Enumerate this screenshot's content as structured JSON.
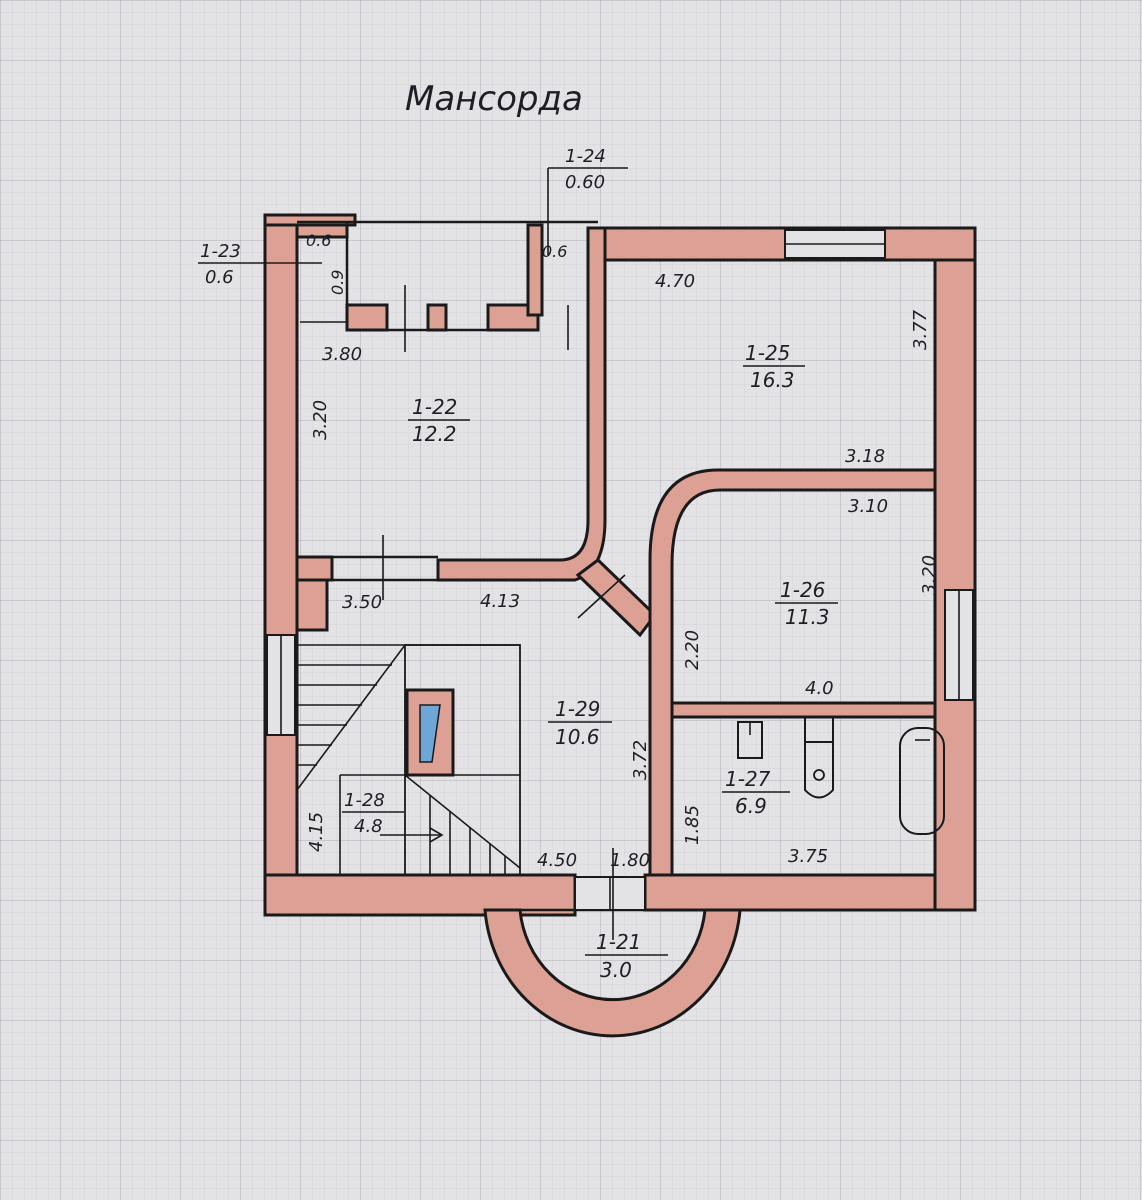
{
  "title": "Мансорда",
  "colors": {
    "wall": "#dca095",
    "ink": "#1a1a1a",
    "paper": "#e3e3e6",
    "window_glass": "#6fa6d8"
  },
  "rooms": {
    "r21": {
      "id": "1-21",
      "area": "3.0"
    },
    "r22": {
      "id": "1-22",
      "area": "12.2"
    },
    "r23": {
      "id": "1-23",
      "area": "0.6"
    },
    "r24": {
      "id": "1-24",
      "area": "0.60"
    },
    "r25": {
      "id": "1-25",
      "area": "16.3"
    },
    "r26": {
      "id": "1-26",
      "area": "11.3"
    },
    "r27": {
      "id": "1-27",
      "area": "6.9"
    },
    "r28": {
      "id": "1-28",
      "area": "4.8"
    },
    "r29": {
      "id": "1-29",
      "area": "10.6"
    }
  },
  "dims": {
    "d_0_6a": "0.6",
    "d_0_9": "0.9",
    "d_0_6b": "0.6",
    "d_3_80": "3.80",
    "d_3_20a": "3.20",
    "d_4_70": "4.70",
    "d_3_77": "3.77",
    "d_3_18": "3.18",
    "d_3_10": "3.10",
    "d_3_20b": "3.20",
    "d_3_50": "3.50",
    "d_4_13": "4.13",
    "d_2_20": "2.20",
    "d_4_0": "4.0",
    "d_3_72": "3.72",
    "d_1_85": "1.85",
    "d_4_15": "4.15",
    "d_4_50": "4.50",
    "d_1_80": "1.80",
    "d_3_75": "3.75"
  }
}
